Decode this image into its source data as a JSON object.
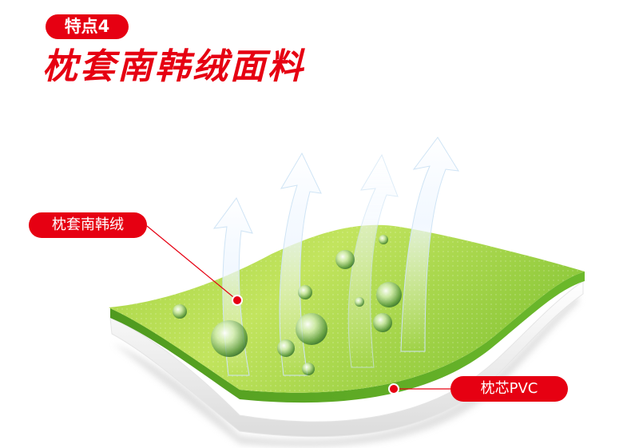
{
  "badge": {
    "text": "特点4"
  },
  "title": {
    "text": "枕套南韩绒面料"
  },
  "labels": {
    "top": "枕套南韩绒",
    "bottom": "枕芯PVC"
  },
  "colors": {
    "accent": "#e60012",
    "fabric_light": "#b6df52",
    "fabric_dark": "#6cb92b",
    "core": "#f2f2f2"
  },
  "icons": [
    "airflow-arrow-icon",
    "water-droplet-icon",
    "pointer-dot-icon"
  ]
}
